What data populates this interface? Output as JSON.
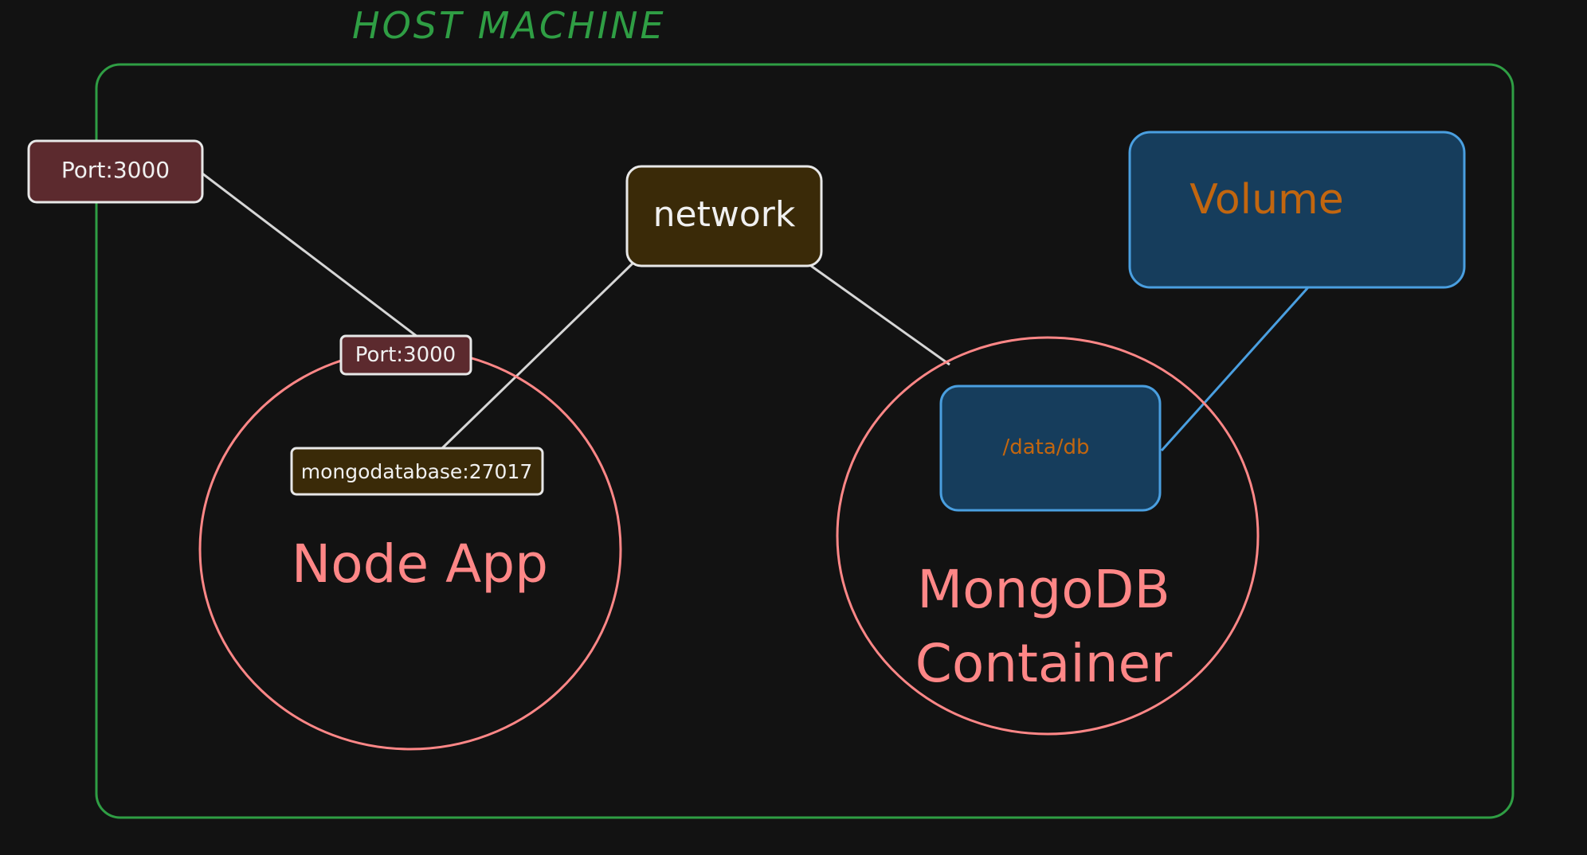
{
  "host": {
    "title": "HOST MACHINE"
  },
  "host_port": {
    "label": "Port:3000"
  },
  "network": {
    "label": "network"
  },
  "volume": {
    "label": "Volume"
  },
  "node_app": {
    "label": "Node App",
    "port_label": "Port:3000",
    "db_connection_label": "mongodatabase:27017"
  },
  "mongodb": {
    "label_line1": "MongoDB",
    "label_line2": "Container",
    "data_path_label": "/data/db"
  },
  "colors": {
    "background": "#121212",
    "host_border": "#2f9e44",
    "container_circle": "#ff8787",
    "port_fill": "#5c2a2e",
    "network_fill": "#3a2a08",
    "volume_fill": "#163d5c",
    "volume_border": "#4a9fe0",
    "volume_text": "#c2660f",
    "connector": "#d6d6d6",
    "label_text": "#f0f0f0"
  }
}
